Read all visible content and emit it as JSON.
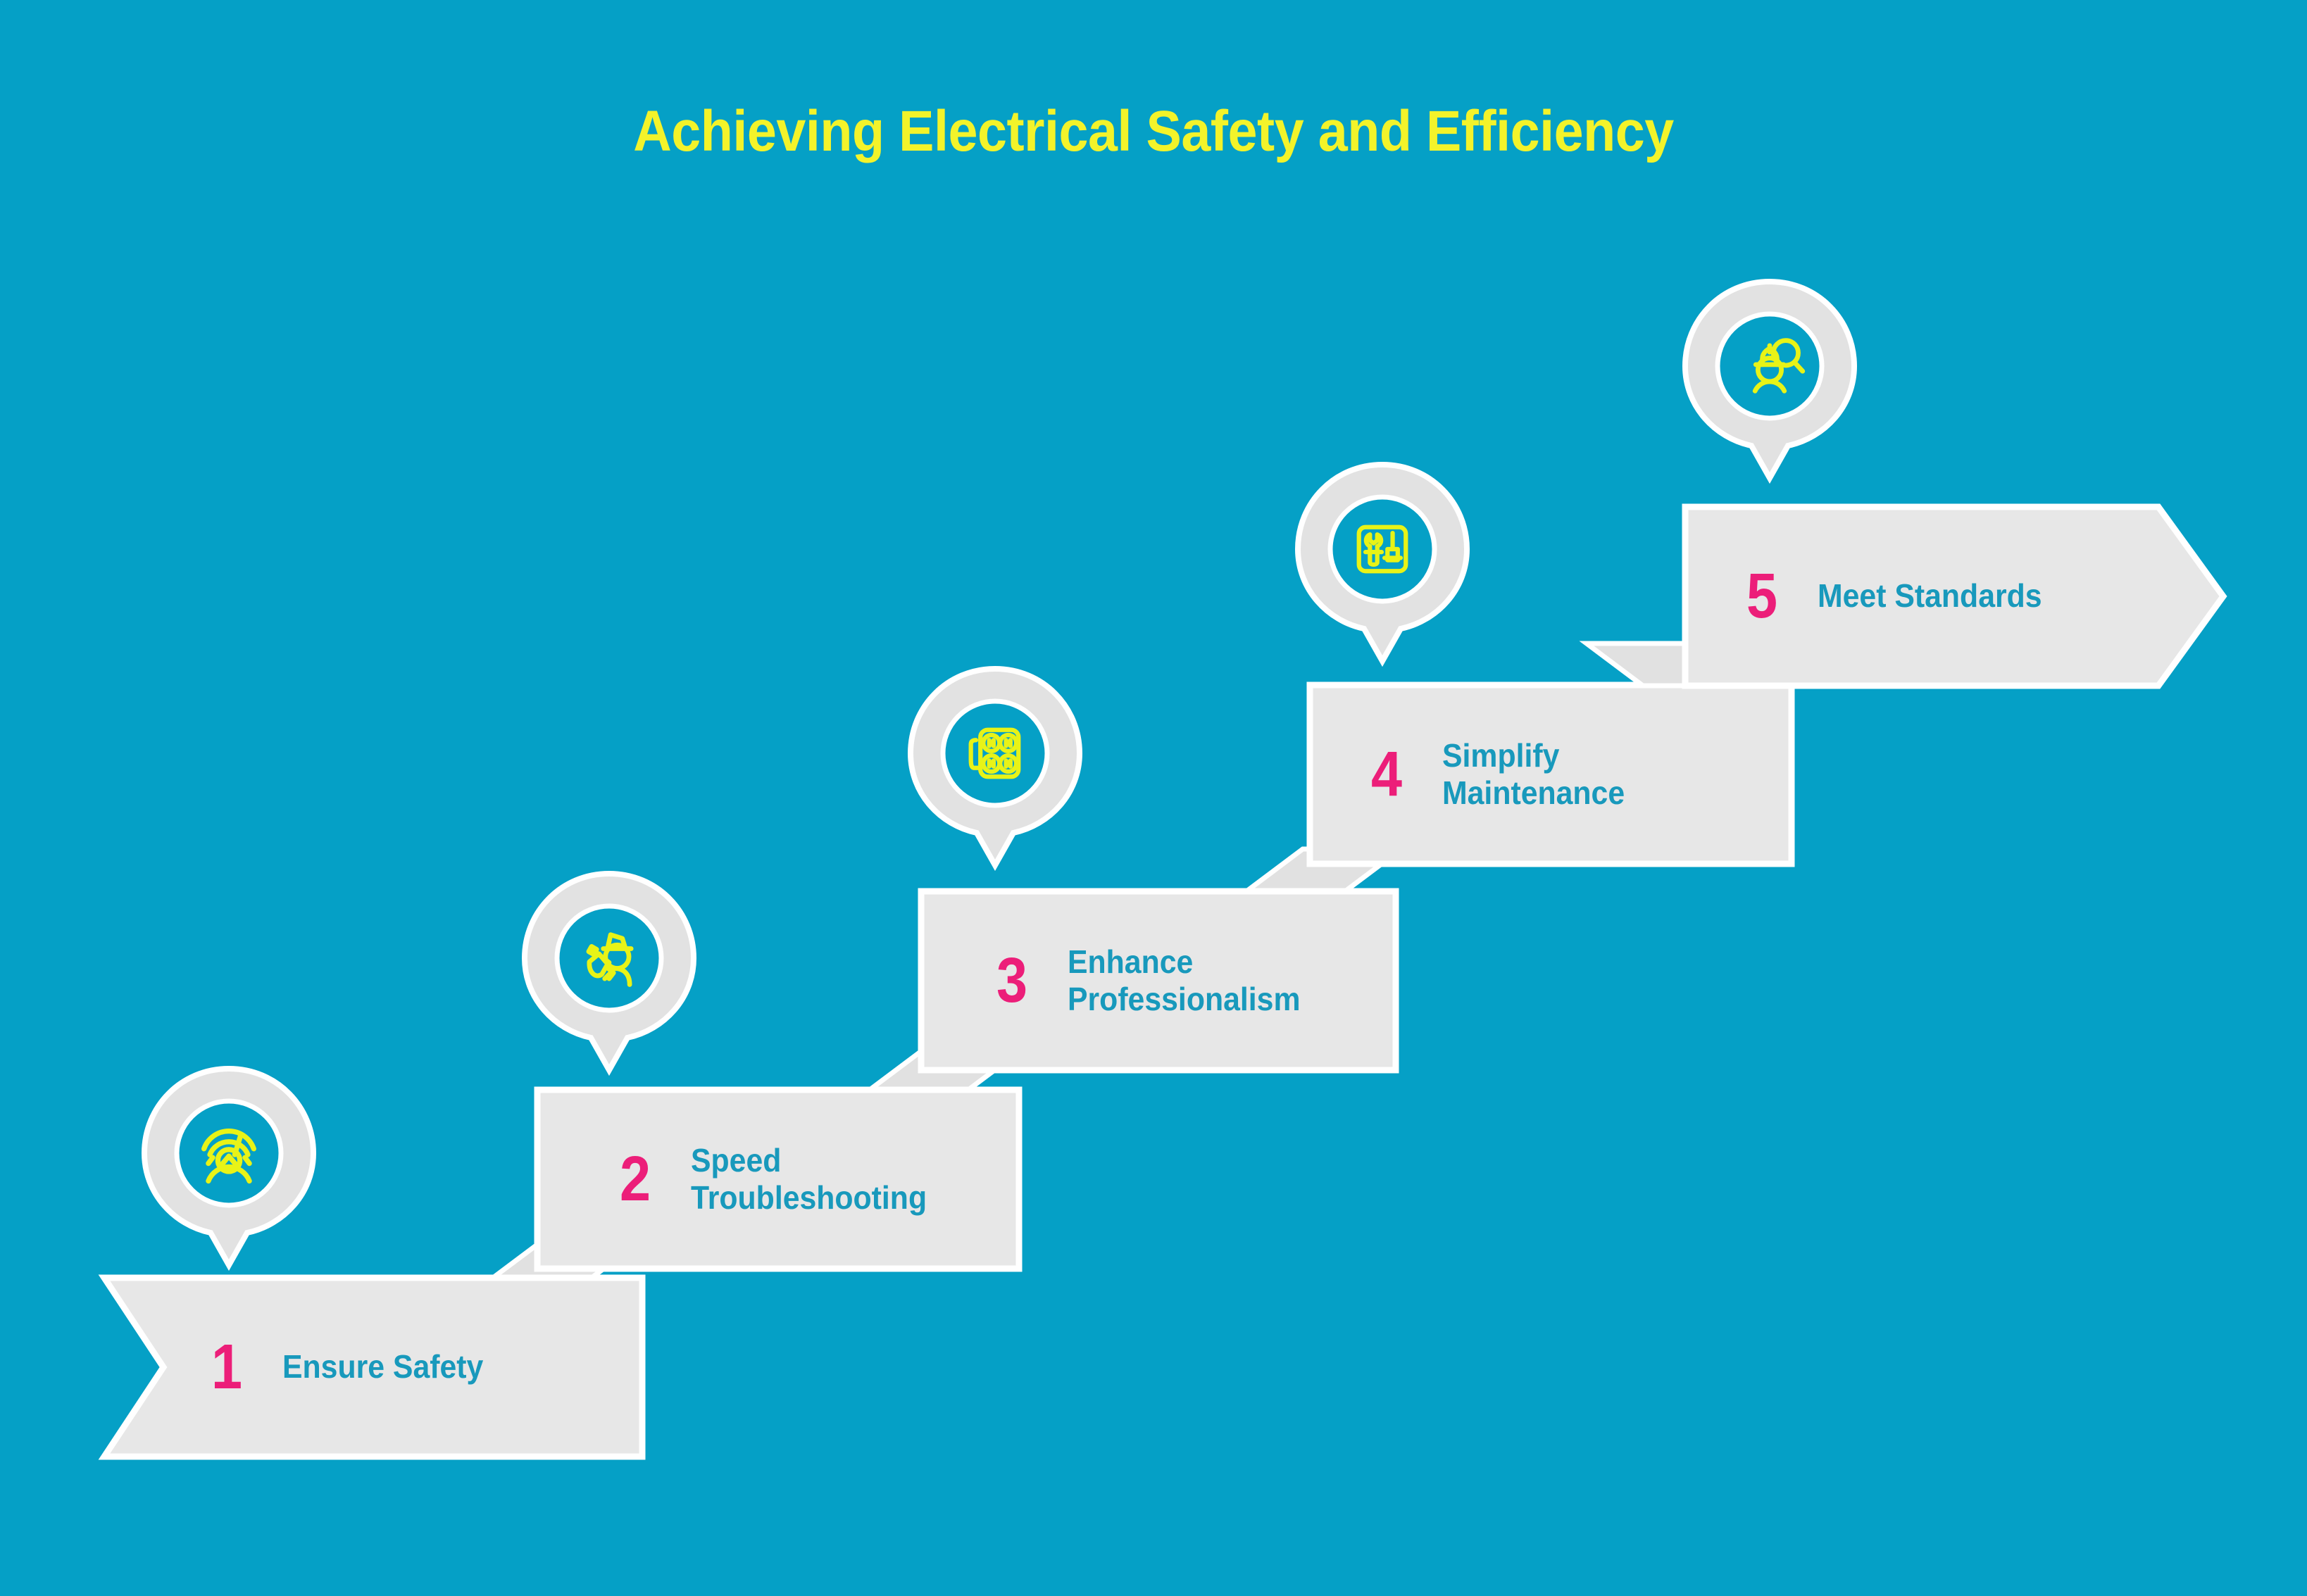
{
  "title": "Achieving Electrical Safety and Efficiency",
  "colors": {
    "background": "#05A0C6",
    "banner": "#E7E7E7",
    "banner_outline": "#FFFFFF",
    "number": "#EC1E79",
    "step_text": "#1899BC",
    "title": "#F3F32A",
    "icon_stroke": "#E8F317",
    "icon_disc": "#05A0C6",
    "pin_body": "#E2E2E2"
  },
  "steps": [
    {
      "number": "1",
      "label": "Ensure Safety",
      "icon": "safety-shield-person-icon"
    },
    {
      "number": "2",
      "label": "Speed\nTroubleshooting",
      "icon": "electrician-worker-icon"
    },
    {
      "number": "3",
      "label": "Enhance\nProfessionalism",
      "icon": "power-outlet-strip-icon"
    },
    {
      "number": "4",
      "label": "Simplify\nMaintenance",
      "icon": "toolbox-wrench-screwdriver-icon"
    },
    {
      "number": "5",
      "label": "Meet Standards",
      "icon": "inspector-magnifier-icon"
    }
  ]
}
